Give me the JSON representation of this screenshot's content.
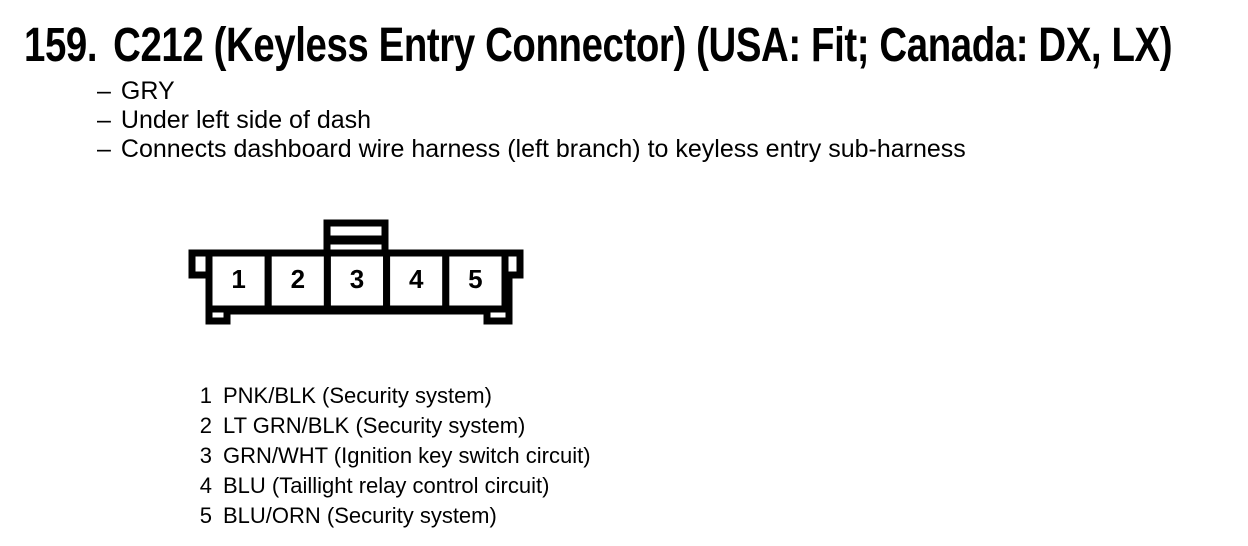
{
  "document": {
    "item_number": "159.",
    "title": "C212 (Keyless Entry Connector) (USA: Fit; Canada: DX, LX)",
    "bullet_char": "–",
    "notes": [
      "GRY",
      "Under left side of dash",
      "Connects dashboard wire harness (left branch) to keyless entry sub-harness"
    ]
  },
  "connector_diagram": {
    "cavities": [
      "1",
      "2",
      "3",
      "4",
      "5"
    ]
  },
  "pinout": [
    {
      "pin": "1",
      "description": "PNK/BLK (Security system)"
    },
    {
      "pin": "2",
      "description": "LT GRN/BLK (Security system)"
    },
    {
      "pin": "3",
      "description": "GRN/WHT (Ignition key switch circuit)"
    },
    {
      "pin": "4",
      "description": "BLU (Taillight relay control circuit)"
    },
    {
      "pin": "5",
      "description": "BLU/ORN (Security system)"
    }
  ],
  "colors": {
    "ink": "#000000",
    "paper": "#ffffff"
  }
}
